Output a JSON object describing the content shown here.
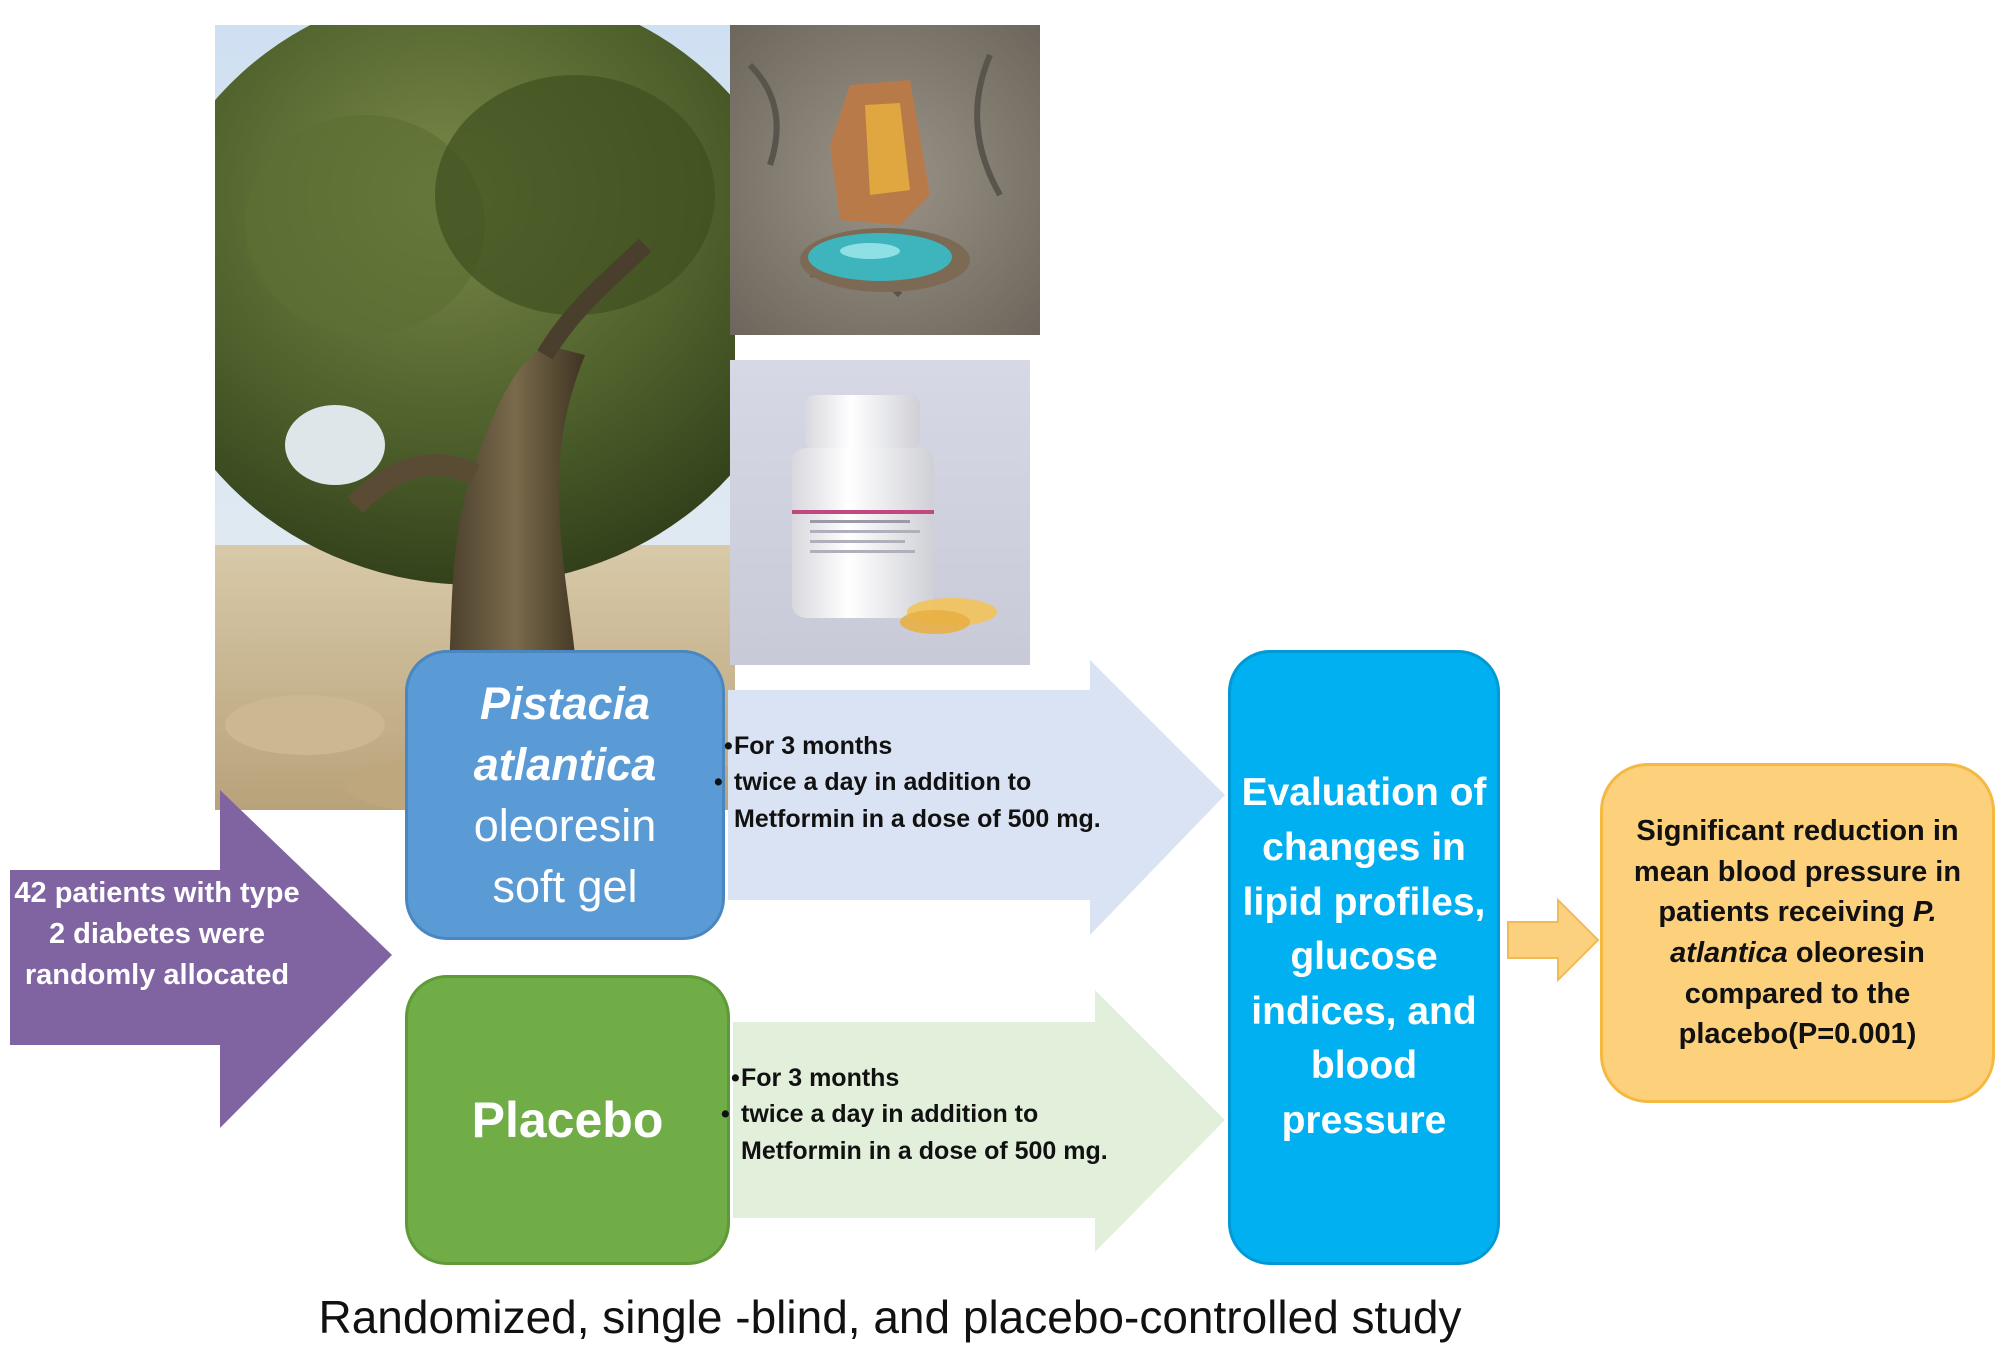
{
  "patients": {
    "text": "42 patients with type 2 diabetes were randomly allocated"
  },
  "treatment": {
    "name_italic_line1": "Pistacia",
    "name_italic_line2": "atlantica",
    "name_line3": "oleoresin",
    "name_line4": "soft gel",
    "bullets": [
      "For 3 months",
      "twice a day in addition to Metformin in a dose of 500 mg."
    ]
  },
  "placebo": {
    "name": "Placebo",
    "bullets": [
      "For 3 months",
      "twice a day in addition to Metformin in a dose of 500 mg."
    ]
  },
  "evaluation": {
    "text": "Evaluation of changes in lipid profiles, glucose indices, and blood pressure"
  },
  "result": {
    "text_before": "Significant reduction in mean blood pressure in patients receiving ",
    "text_italic": "P. atlantica",
    "text_after": " oleoresin compared to the placebo(P=0.001)"
  },
  "caption": "Randomized, single -blind, and placebo-controlled study",
  "colors": {
    "patients_arrow": "#8064a2",
    "treatment_box": "#5b9bd5",
    "treatment_arrow": "#dae3f3",
    "placebo_box": "#70ad47",
    "placebo_arrow": "#e2efda",
    "evaluation_box": "#00b0f0",
    "result_box": "#fdd07c",
    "connector_arrow": "#fbd17f"
  }
}
